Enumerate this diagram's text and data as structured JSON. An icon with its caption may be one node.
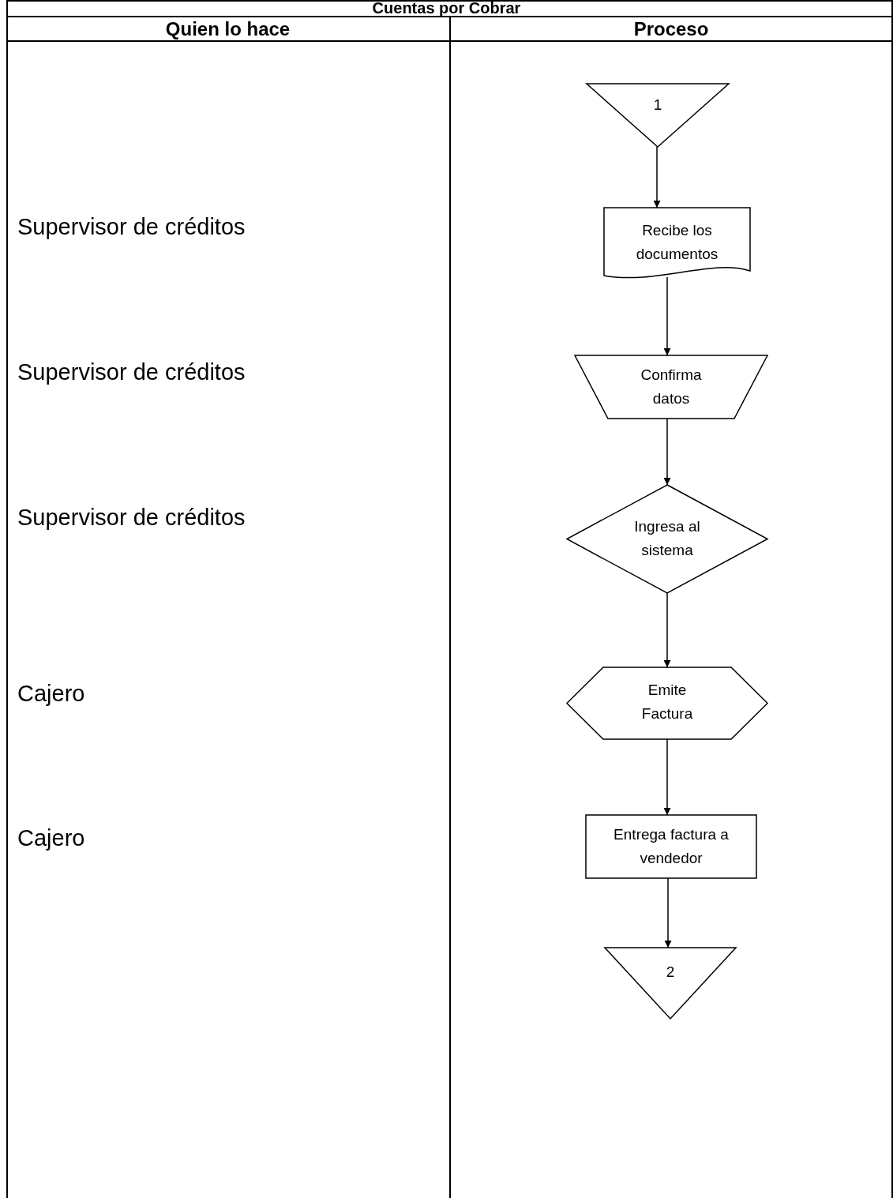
{
  "diagram": {
    "title": "Cuentas por Cobrar",
    "nodes": [
      {
        "text": [
          "1"
        ]
      },
      {
        "text": [
          "Recibe los documentos"
        ]
      },
      {
        "text": [
          "Confirma datos"
        ]
      },
      {
        "text": [
          "Ingresa al sistema"
        ]
      },
      {
        "text": [
          "Emite Factura"
        ]
      },
      {
        "text": [
          "Entrega factura a vendedor"
        ]
      },
      {
        "text": [
          "2"
        ]
      }
    ],
    "edges": [
      {
        "from": 0,
        "to": 1,
        "arrow": "to"
      },
      {
        "from": 1,
        "to": 2,
        "arrow": "to"
      },
      {
        "from": 2,
        "to": 3,
        "arrow": "to"
      },
      {
        "from": 3,
        "to": 4,
        "arrow": "to"
      },
      {
        "from": 4,
        "to": 5,
        "arrow": "to"
      },
      {
        "from": 5,
        "to": 6,
        "arrow": "to"
      }
    ],
    "labels": [
      "Quien lo hace",
      "Proceso",
      "Supervisor de créditos",
      "Supervisor de créditos",
      "Supervisor de créditos",
      "Cajero",
      "Cajero"
    ]
  }
}
